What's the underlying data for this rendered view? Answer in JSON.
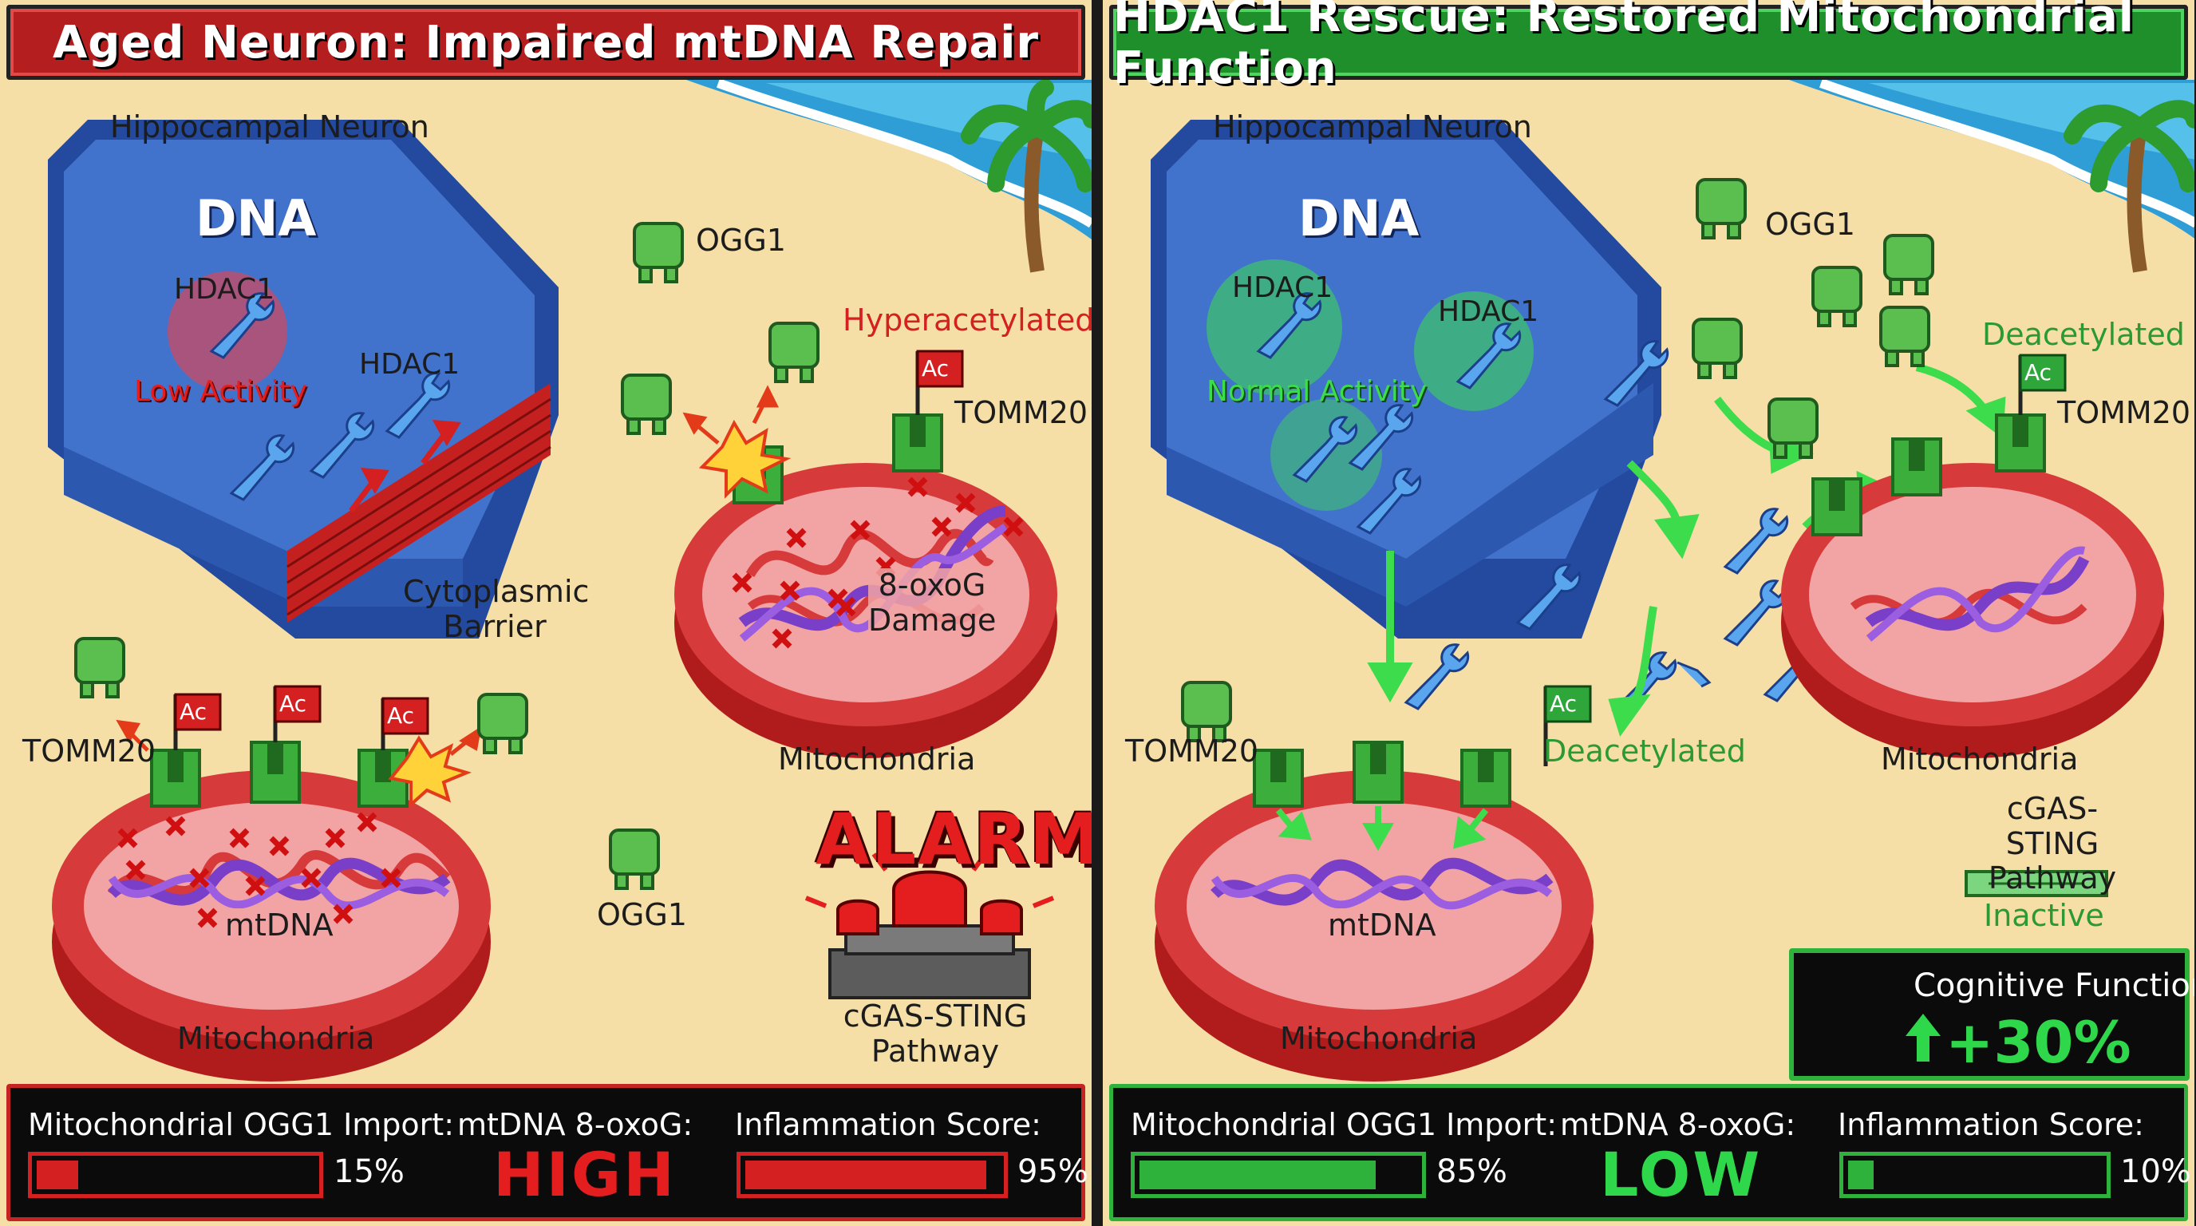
{
  "left_panel": {
    "title": "Aged Neuron: Impaired mtDNA Repair",
    "neuron_label": "Hippocampal Neuron",
    "nucleus_label": "DNA",
    "hdac1_label_a": "HDAC1",
    "hdac1_status": "Low Activity",
    "hdac1_label_b": "HDAC1",
    "barrier_label": "Cytoplasmic Barrier",
    "ogg1_label_top": "OGG1",
    "ogg1_label_bottom": "OGG1",
    "hyperacetylated_label": "Hyperacetylated",
    "tomm20_label_upper": "TOMM20",
    "tomm20_label_lower": "TOMM20",
    "damage_label": "8-oxoG Damage",
    "mito_label_upper": "Mitochondria",
    "mito_label_lower": "Mitochondria",
    "mtdna_label": "mtDNA",
    "ac_tag": "Ac",
    "alarm_text": "ALARM!",
    "pathway_label": "cGAS-STING Pathway",
    "metrics": {
      "ogg1_import_label": "Mitochondrial OGG1 Import:",
      "ogg1_import_value": "15%",
      "ogg1_import_fraction": 0.15,
      "oxog_label": "mtDNA 8-oxoG:",
      "oxog_value": "HIGH",
      "inflammation_label": "Inflammation Score:",
      "inflammation_value": "95%",
      "inflammation_fraction": 0.95
    }
  },
  "right_panel": {
    "title": "HDAC1 Rescue: Restored Mitochondrial Function",
    "neuron_label": "Hippocampal Neuron",
    "nucleus_label": "DNA",
    "hdac1_label_a": "HDAC1",
    "hdac1_status": "Normal Activity",
    "hdac1_label_b": "HDAC1",
    "ogg1_label": "OGG1",
    "deacetylated_label_upper": "Deacetylated",
    "deacetylated_label_lower": "Deacetylated",
    "tomm20_label_upper": "TOMM20",
    "tomm20_label_lower": "TOMM20",
    "mito_label_upper": "Mitochondria",
    "mito_label_lower": "Mitochondria",
    "mtdna_label": "mtDNA",
    "ac_tag": "Ac",
    "pathway_label": "cGAS-STING Pathway",
    "pathway_status": "Inactive",
    "cognitive_label": "Cognitive Function:",
    "cognitive_value": "+30%",
    "metrics": {
      "ogg1_import_label": "Mitochondrial OGG1 Import:",
      "ogg1_import_value": "85%",
      "ogg1_import_fraction": 0.85,
      "oxog_label": "mtDNA 8-oxoG:",
      "oxog_value": "LOW",
      "inflammation_label": "Inflammation Score:",
      "inflammation_value": "10%",
      "inflammation_fraction": 0.1
    }
  },
  "colors": {
    "red": "#d42020",
    "green": "#2fb23c",
    "bright_green": "#3ddc4c",
    "sand": "#f5dfa6",
    "nucleus_blue": "#3f6fc8",
    "mito_red": "#d73a3a",
    "mito_inner": "#f2a3a3",
    "dna_purple": "#7a3fc8"
  },
  "icons": [
    "wrench-icon",
    "ogg1-monster-icon",
    "ac-flag-icon",
    "tomm20-channel-icon",
    "palm-tree-icon",
    "alarm-siren-icon",
    "brain-icon",
    "up-arrow-icon"
  ]
}
